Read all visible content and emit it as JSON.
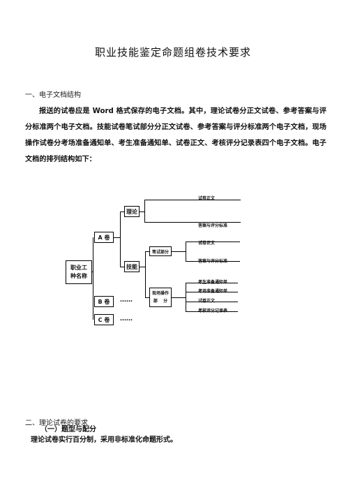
{
  "doc": {
    "title": "职业技能鉴定命题组卷技术要求",
    "section1_heading": "一、电子文档结构",
    "section1_paragraph": "报送的试卷应是 Word 格式保存的电子文档。其中，理论试卷分正文试卷、参考答案与评分标准两个电子文档。技能试卷笔试部分分正文试卷、参考答案与评分标准两个电子文档，现场操作试卷分考场准备通知单、考生准备通知单、试卷正文、考核评分记录表四个电子文档。电子文档的排列结构如下：",
    "section2_heading": "二、理论试卷的要求",
    "sub_heading": "（一）题型与配分",
    "section2_paragraph": "理论试卷实行百分制，采用非标准化命题形式。"
  },
  "diagram": {
    "root": "职业工\n种名称",
    "a_volume": "A 卷",
    "b_volume": "B 卷",
    "c_volume": "C 卷",
    "ellipsis_b": "……",
    "ellipsis_c": "……",
    "theory": "理论",
    "skill": "技能",
    "written_part": "笔试部分",
    "onsite_part": "现场操作\n部    分",
    "theory_leaf_1": "试卷正文",
    "theory_leaf_2": "答案与评分标准",
    "written_leaf_1": "试卷正文",
    "written_leaf_2": "答案与评分标准",
    "onsite_leaf_1": "考生准备通知单",
    "onsite_leaf_2": "考场准备通知单",
    "onsite_leaf_3": "试卷正文",
    "onsite_leaf_4": "考核评分记录表"
  }
}
